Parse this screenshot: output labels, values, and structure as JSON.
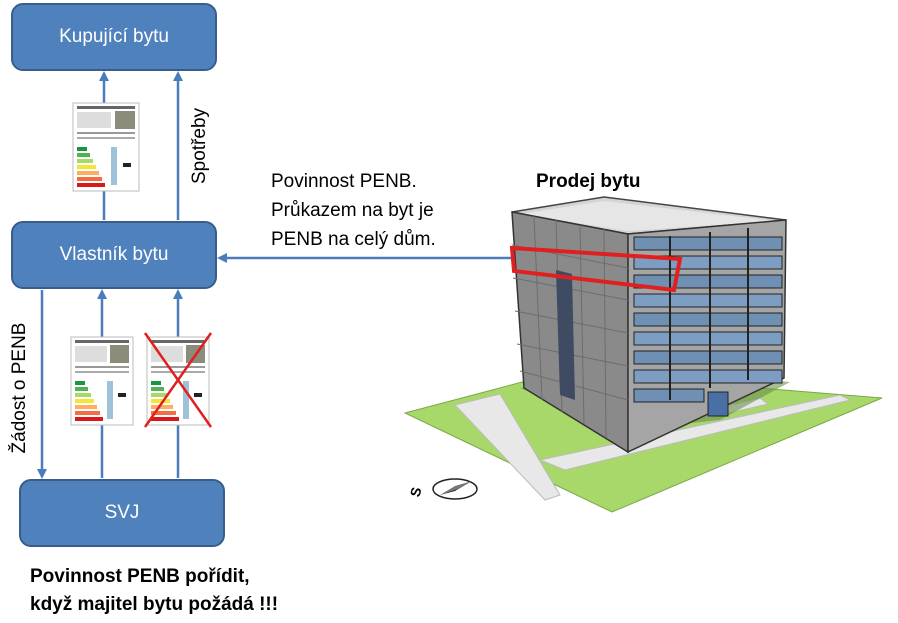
{
  "boxes": {
    "buyer": "Kupující bytu",
    "owner": "Vlastník bytu",
    "svj": "SVJ"
  },
  "labels": {
    "spotreby": "Spotřeby",
    "zadost": "Žádost o PENB",
    "obligation_line1": "Povinnost PENB.",
    "obligation_line2": "Průkazem na byt je",
    "obligation_line3": "PENB na celý dům.",
    "sale_title": "Prodej bytu",
    "bottom_line1": "Povinnost PENB pořídit,",
    "bottom_line2": "když majitel bytu požádá !!!",
    "compass_letter": "S"
  },
  "colors": {
    "box_fill": "#4f81bd",
    "box_border": "#385d8a",
    "arrow": "#4a7ebb",
    "highlight": "#e02020",
    "grass": "#a8d86a"
  },
  "icons": [
    "certificate-icon",
    "crossed-certificate-icon",
    "building-illustration",
    "compass-icon"
  ]
}
